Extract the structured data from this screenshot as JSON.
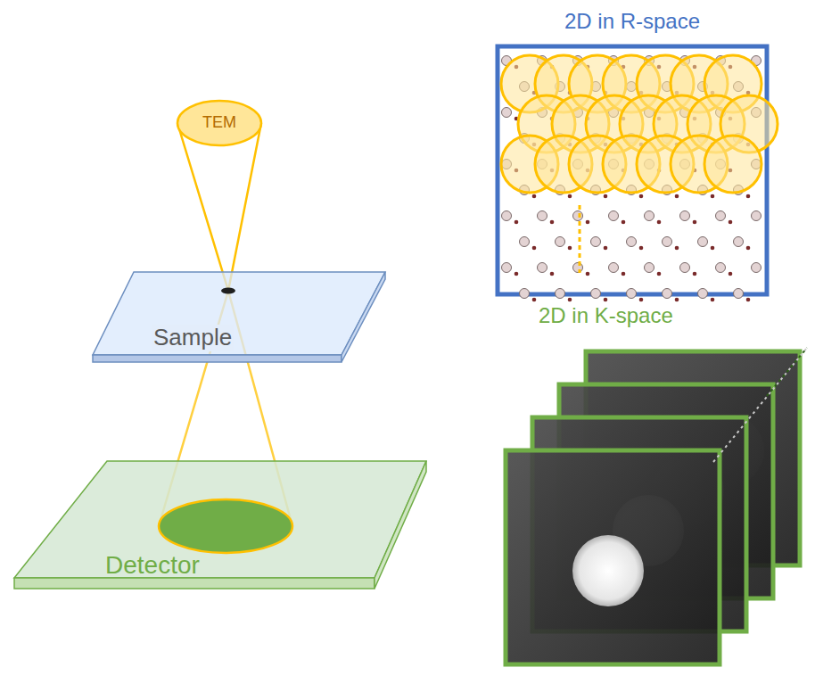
{
  "diagram": {
    "nodes": [
      {
        "text": [
          "TEM"
        ]
      },
      {
        "text": [
          "Sample"
        ]
      },
      {
        "text": [
          "Detector"
        ]
      },
      {
        "text": [
          "2D in R-space"
        ]
      },
      {
        "text": [
          "2D in K-space"
        ]
      }
    ],
    "edges": [
      {
        "from": 0,
        "to": 1,
        "arrow": "none"
      },
      {
        "from": 1,
        "to": 2,
        "arrow": "none"
      }
    ]
  }
}
